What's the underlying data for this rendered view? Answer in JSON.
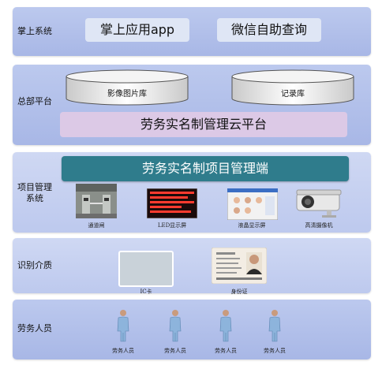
{
  "layers": {
    "mobile": {
      "label": "掌上系统",
      "app_label": "掌上应用app",
      "wechat_label": "微信自助查询"
    },
    "hq": {
      "label": "总部平台",
      "image_db": "影像图片库",
      "record_db": "记录库",
      "cloud_platform": "劳务实名制管理云平台"
    },
    "project": {
      "label_line1": "项目管理",
      "label_line2": "系统",
      "terminal": "劳务实名制项目管理端",
      "devices": [
        {
          "caption": "通道闸",
          "icon": "turnstile-gate"
        },
        {
          "caption": "LED显示屏",
          "icon": "led-screen"
        },
        {
          "caption": "液晶显示屏",
          "icon": "lcd-monitor"
        },
        {
          "caption": "高清摄像机",
          "icon": "hd-camera"
        }
      ]
    },
    "media": {
      "label": "识别介质",
      "ic_card": "IC卡",
      "id_card": "身份证"
    },
    "workers": {
      "label": "劳务人员",
      "people": [
        "劳务人员",
        "劳务人员",
        "劳务人员",
        "劳务人员"
      ]
    }
  },
  "colors": {
    "band": "#a8b7e6",
    "band_light": "#cfd8f3",
    "platform": "#dcc9e6",
    "terminal": "#2f7c8c"
  }
}
